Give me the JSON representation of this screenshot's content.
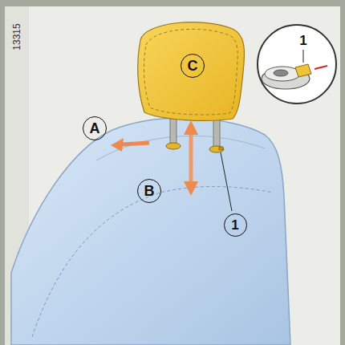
{
  "diagram": {
    "nodes": [
      {
        "text": [
          "C"
        ]
      },
      {
        "text": [
          "1"
        ]
      },
      {
        "text": [
          "A"
        ]
      },
      {
        "text": [
          "B"
        ]
      },
      {
        "text": [
          "1"
        ]
      }
    ],
    "labels": [
      "13315"
    ]
  }
}
